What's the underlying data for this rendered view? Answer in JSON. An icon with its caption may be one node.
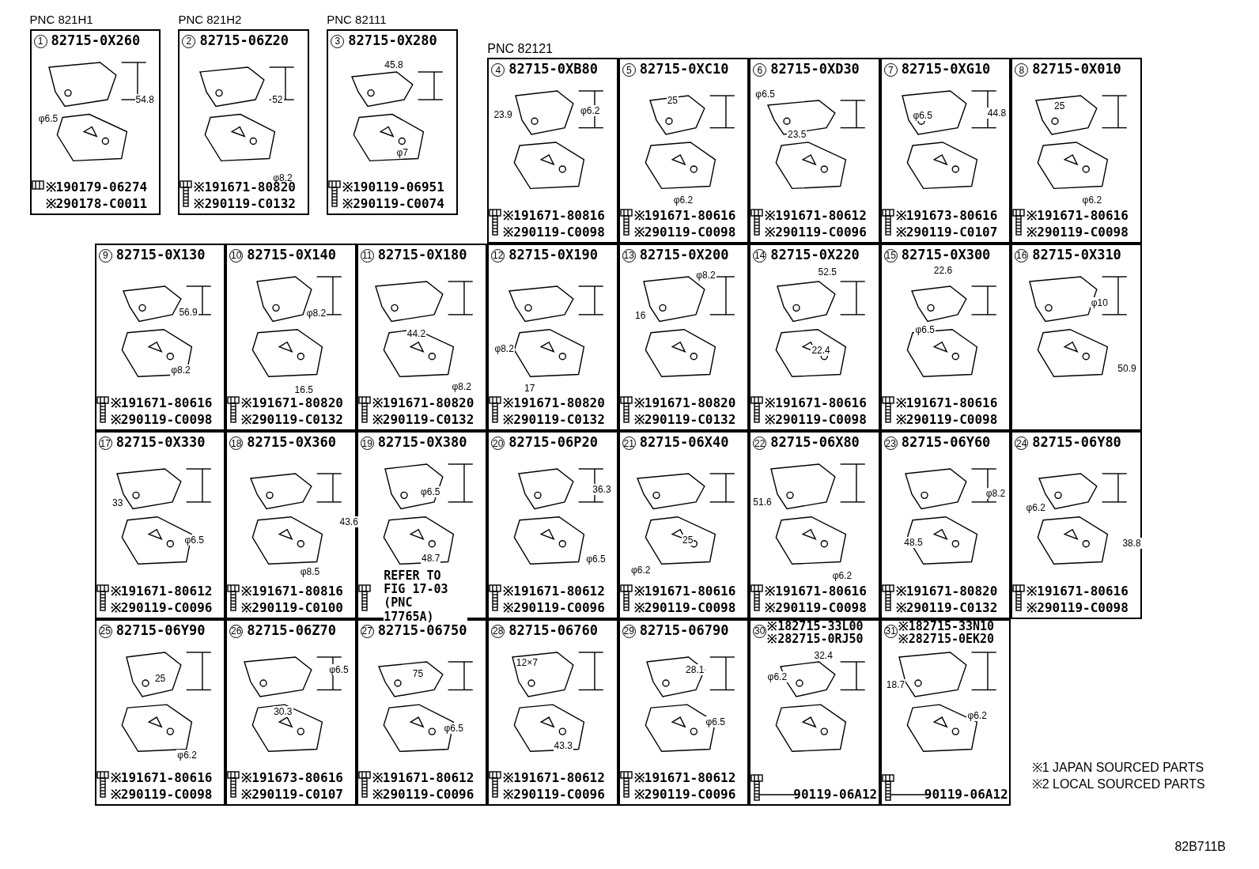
{
  "diagram": {
    "nodes": [
      {
        "text": [
          "PNC 821H1",
          "1",
          "82715-0X260",
          "54.8",
          "φ6.5",
          "※190179-06274",
          "※290178-C0011"
        ]
      },
      {
        "text": [
          "PNC 821H2",
          "2",
          "82715-06Z20",
          "52",
          "φ8.2",
          "※191671-80820",
          "※290119-C0132"
        ]
      },
      {
        "text": [
          "PNC 82111",
          "3",
          "82715-0X280",
          "45.8",
          "φ7",
          "※190119-06951",
          "※290119-C0074"
        ]
      },
      {
        "text": [
          "4",
          "82715-0XB80",
          "23.9",
          "φ6.2",
          "※191671-80816",
          "※290119-C0098"
        ]
      },
      {
        "text": [
          "5",
          "82715-0XC10",
          "25",
          "φ6.2",
          "※191671-80616",
          "※290119-C0098"
        ]
      },
      {
        "text": [
          "6",
          "82715-0XD30",
          "φ6.5",
          "23.5",
          "※191671-80612",
          "※290119-C0096"
        ]
      },
      {
        "text": [
          "7",
          "82715-0XG10",
          "φ6.5",
          "44.8",
          "※191673-80616",
          "※290119-C0107"
        ]
      },
      {
        "text": [
          "8",
          "82715-0X010",
          "25",
          "φ6.2",
          "※191671-80616",
          "※290119-C0098"
        ]
      },
      {
        "text": [
          "9",
          "82715-0X130",
          "56.9",
          "φ8.2",
          "※191671-80616",
          "※290119-C0098"
        ]
      },
      {
        "text": [
          "10",
          "82715-0X140",
          "φ8.2",
          "16.5",
          "※191671-80820",
          "※290119-C0132"
        ]
      },
      {
        "text": [
          "11",
          "82715-0X180",
          "44.2",
          "φ8.2",
          "※191671-80820",
          "※290119-C0132"
        ]
      },
      {
        "text": [
          "12",
          "82715-0X190",
          "φ8.2",
          "17",
          "※191671-80820",
          "※290119-C0132"
        ]
      },
      {
        "text": [
          "13",
          "82715-0X200",
          "φ8.2",
          "16",
          "※191671-80820",
          "※290119-C0132"
        ]
      },
      {
        "text": [
          "14",
          "82715-0X220",
          "52.5",
          "22.4",
          "※191671-80616",
          "※290119-C0098"
        ]
      },
      {
        "text": [
          "15",
          "82715-0X300",
          "22.6",
          "φ6.5",
          "※191671-80616",
          "※290119-C0098"
        ]
      },
      {
        "text": [
          "16",
          "82715-0X310",
          "φ10",
          "50.9"
        ]
      },
      {
        "text": [
          "17",
          "82715-0X330",
          "33",
          "φ6.5",
          "※191671-80612",
          "※290119-C0096"
        ]
      },
      {
        "text": [
          "18",
          "82715-0X360",
          "43.6",
          "φ8.5",
          "※191671-80816",
          "※290119-C0100"
        ]
      },
      {
        "text": [
          "19",
          "82715-0X380",
          "φ6.5",
          "48.7",
          "REFER TO FIG 17-03 (PNC 17765A)"
        ]
      },
      {
        "text": [
          "20",
          "82715-06P20",
          "36.3",
          "φ6.5",
          "※191671-80612",
          "※290119-C0096"
        ]
      },
      {
        "text": [
          "21",
          "82715-06X40",
          "25",
          "φ6.2",
          "※191671-80616",
          "※290119-C0098"
        ]
      },
      {
        "text": [
          "22",
          "82715-06X80",
          "51.6",
          "φ6.2",
          "※191671-80616",
          "※290119-C0098"
        ]
      },
      {
        "text": [
          "23",
          "82715-06Y60",
          "φ8.2",
          "48.5",
          "※191671-80820",
          "※290119-C0132"
        ]
      },
      {
        "text": [
          "24",
          "82715-06Y80",
          "φ6.2",
          "38.8",
          "※191671-80616",
          "※290119-C0098"
        ]
      },
      {
        "text": [
          "25",
          "82715-06Y90",
          "25",
          "φ6.2",
          "※191671-80616",
          "※290119-C0098"
        ]
      },
      {
        "text": [
          "26",
          "82715-06Z70",
          "φ6.5",
          "30.3",
          "※191673-80616",
          "※290119-C0107"
        ]
      },
      {
        "text": [
          "27",
          "82715-06750",
          "75",
          "φ6.5",
          "※191671-80612",
          "※290119-C0096"
        ]
      },
      {
        "text": [
          "28",
          "82715-06760",
          "12×7",
          "43.3",
          "※191671-80612",
          "※290119-C0096"
        ]
      },
      {
        "text": [
          "29",
          "82715-06790",
          "28.1",
          "φ6.5",
          "※191671-80612",
          "※290119-C0096"
        ]
      },
      {
        "text": [
          "30",
          "※182715-33L00",
          "※282715-0RJ50",
          "32.4",
          "φ6.2",
          "90119-06A12"
        ]
      },
      {
        "text": [
          "31",
          "※182715-33N10",
          "※282715-0EK20",
          "18.7",
          "φ6.2",
          "90119-06A12"
        ]
      }
    ],
    "labels": [
      "PNC 82121",
      "※1 JAPAN SOURCED PARTS",
      "※2 LOCAL SOURCED PARTS",
      "82B711B"
    ]
  }
}
